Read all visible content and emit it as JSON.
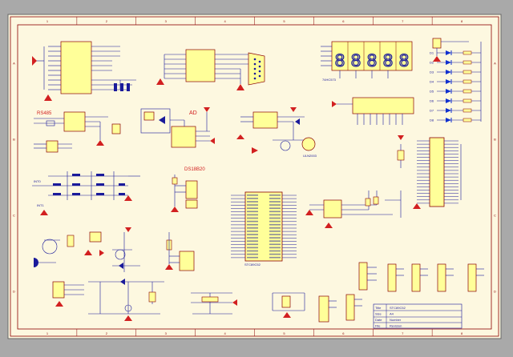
{
  "colors": {
    "background": "#a9a9a9",
    "paper": "#fdf8e0",
    "frame": "#8b0000",
    "wire": "#1a1a9a",
    "part": "#ffff99",
    "power": "#d22020",
    "led": "#1030d0"
  },
  "border_numbers": [
    "1",
    "2",
    "3",
    "4",
    "5",
    "6",
    "7",
    "8"
  ],
  "border_letters": [
    "A",
    "B",
    "C",
    "D"
  ],
  "labels": {
    "rs485": "RS485",
    "ad": "AD",
    "ds18b20": "DS18B20",
    "into": "INT0",
    "int1": "INT1",
    "uln": "ULN2003",
    "mcu": "STC89C52",
    "title_block": "STC89C52",
    "seg_chip": "74HC573"
  },
  "segment_digits": [
    "8",
    "8",
    "8",
    "8",
    "8"
  ],
  "led_labels": [
    "D1",
    "D2",
    "D3",
    "D4",
    "D5",
    "D6",
    "D7",
    "D8"
  ],
  "title_block": {
    "rows": [
      {
        "left": "Title",
        "right": "STC89C52"
      },
      {
        "left": "Size",
        "right": "A4"
      },
      {
        "left": "Date",
        "right": "Number"
      },
      {
        "left": "File",
        "right": "Revision"
      }
    ]
  }
}
